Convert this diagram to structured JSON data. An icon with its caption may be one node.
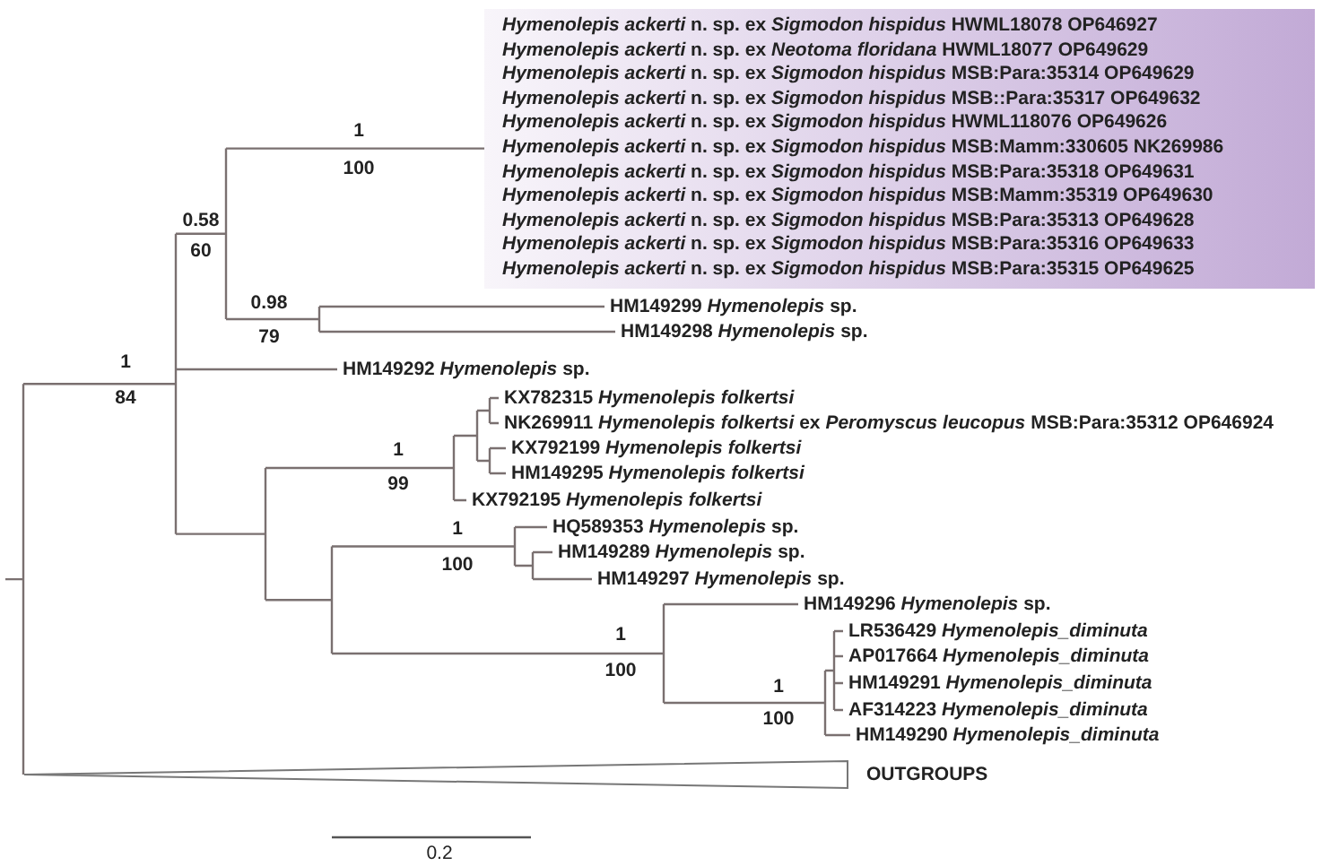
{
  "diagram": {
    "nodes": [
      {
        "text": [],
        "shape": "box"
      },
      {
        "text": [
          "*Hymenolepis ackerti* n. sp. ex *Sigmodon hispidus* HWML18078 OP646927"
        ],
        "in": 0
      },
      {
        "text": [
          "*Hymenolepis ackerti* n. sp. ex *Neotoma floridana* HWML18077 OP649629"
        ],
        "in": 0
      },
      {
        "text": [
          "*Hymenolepis ackerti* n. sp. ex *Sigmodon hispidus* MSB:Para:35314 OP649629"
        ],
        "in": 0
      },
      {
        "text": [
          "*Hymenolepis ackerti* n. sp. ex *Sigmodon hispidus* MSB::Para:35317 OP649632"
        ],
        "in": 0
      },
      {
        "text": [
          "*Hymenolepis ackerti* n. sp. ex *Sigmodon hispidus* HWML118076 OP649626"
        ],
        "in": 0
      },
      {
        "text": [
          "*Hymenolepis ackerti* n. sp. ex *Sigmodon hispidus* MSB:Mamm:330605 NK269986"
        ],
        "in": 0
      },
      {
        "text": [
          "*Hymenolepis ackerti* n. sp. ex *Sigmodon hispidus* MSB:Para:35318 OP649631"
        ],
        "in": 0
      },
      {
        "text": [
          "*Hymenolepis ackerti* n. sp. ex *Sigmodon hispidus* MSB:Mamm:35319 OP649630"
        ],
        "in": 0
      },
      {
        "text": [
          "*Hymenolepis ackerti* n. sp. ex *Sigmodon hispidus* MSB:Para:35313 OP649628"
        ],
        "in": 0
      },
      {
        "text": [
          "*Hymenolepis ackerti* n. sp. ex *Sigmodon hispidus* MSB:Para:35316 OP649633"
        ],
        "in": 0
      },
      {
        "text": [
          "*Hymenolepis ackerti* n. sp. ex *Sigmodon hispidus* MSB:Para:35315 OP649625"
        ],
        "in": 0
      },
      {
        "text": [
          "HM149299 *Hymenolepis* sp."
        ]
      },
      {
        "text": [
          "HM149298 *Hymenolepis* sp."
        ]
      },
      {
        "text": [
          "HM149292 *Hymenolepis* sp."
        ]
      },
      {
        "text": [
          "KX782315 *Hymenolepis folkertsi*"
        ]
      },
      {
        "text": [
          "NK269911 *Hymenolepis folkertsi* ex *Peromyscus leucopus* MSB:Para:35312 OP646924"
        ]
      },
      {
        "text": [
          "KX792199 *Hymenolepis folkertsi*"
        ]
      },
      {
        "text": [
          "HM149295 *Hymenolepis folkertsi*"
        ]
      },
      {
        "text": [
          "KX792195 *Hymenolepis folkertsi*"
        ]
      },
      {
        "text": [
          "HQ589353 *Hymenolepis* sp."
        ]
      },
      {
        "text": [
          "HM149289 *Hymenolepis* sp."
        ]
      },
      {
        "text": [
          "HM149297 *Hymenolepis* sp."
        ]
      },
      {
        "text": [
          "HM149296 *Hymenolepis* sp."
        ]
      },
      {
        "text": [
          "LR536429 *Hymenolepis_diminuta*"
        ]
      },
      {
        "text": [
          "AP017664 *Hymenolepis_diminuta*"
        ]
      },
      {
        "text": [
          "HM149291 *Hymenolepis_diminuta*"
        ]
      },
      {
        "text": [
          "AF314223 *Hymenolepis_diminuta*"
        ]
      },
      {
        "text": [
          "HM149290 *Hymenolepis_diminuta*"
        ]
      },
      {
        "text": [],
        "shape": "triangle",
        "beside": [
          "OUTGROUPS"
        ]
      }
    ],
    "labels": [
      "1",
      "100",
      "0.58",
      "60",
      "0.98",
      "79",
      "1",
      "84",
      "1",
      "99",
      "1",
      "100",
      "1",
      "100",
      "1",
      "100",
      "0.2"
    ]
  }
}
